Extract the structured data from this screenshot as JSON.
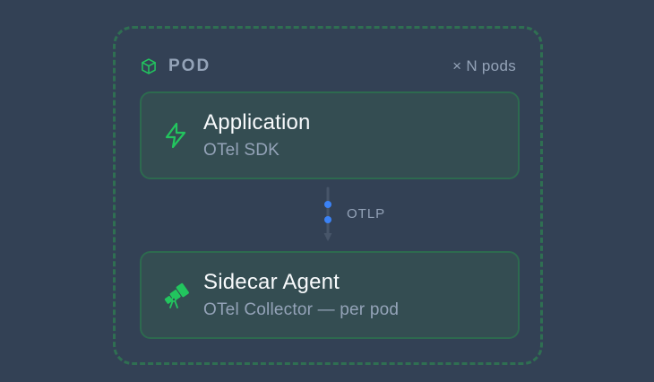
{
  "colors": {
    "background": "#334155",
    "pod_border": "#2f6f52",
    "card_fill": "#344d52",
    "card_border": "#2d6a4f",
    "accent_green": "#22c55e",
    "flow_dot": "#3b82f6",
    "muted_text": "#94a3b8",
    "title_text": "#f8fafc"
  },
  "pod": {
    "icon": "cube-icon",
    "label": "POD",
    "count": "× N pods"
  },
  "nodes": [
    {
      "id": "application",
      "icon": "lightning-bolt-icon",
      "title": "Application",
      "subtitle": "OTel SDK"
    },
    {
      "id": "sidecar-agent",
      "icon": "telescope-icon",
      "title": "Sidecar Agent",
      "subtitle": "OTel Collector — per pod"
    }
  ],
  "edges": [
    {
      "from": "application",
      "to": "sidecar-agent",
      "label": "OTLP"
    }
  ]
}
